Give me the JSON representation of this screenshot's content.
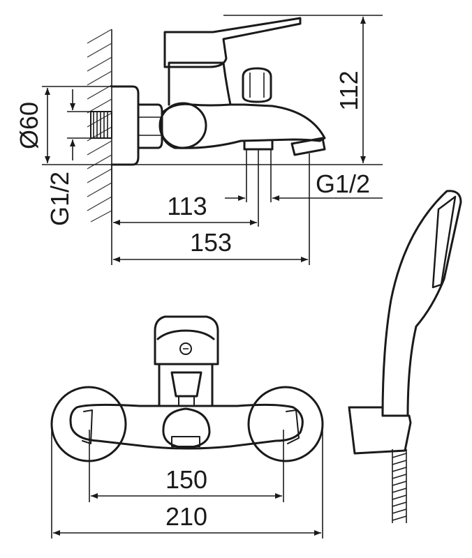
{
  "dimensions": {
    "d113": "113",
    "d153": "153",
    "d112": "112",
    "d60": "Ø60",
    "g12_left": "G1/2",
    "g12_right": "G1/2",
    "d150": "150",
    "d210": "210"
  },
  "icons": {
    "side_view": "faucet-side-view",
    "front_view": "faucet-front-view",
    "handset": "shower-handset-icon"
  }
}
